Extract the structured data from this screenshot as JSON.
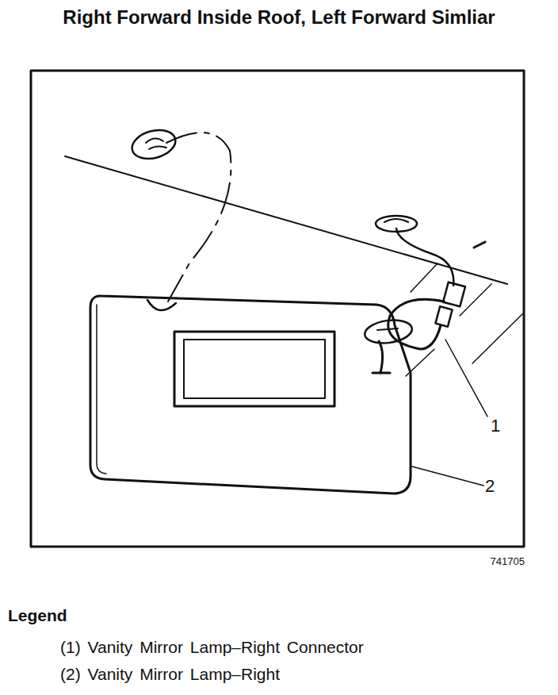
{
  "diagram": {
    "title": "Right Forward Inside Roof, Left Forward Simliar",
    "labels": [
      "1",
      "2",
      "741705",
      "Legend"
    ],
    "legend": [
      {
        "text": "(1) Vanity Mirror Lamp–Right Connector"
      },
      {
        "text": "(2) Vanity Mirror Lamp–Right"
      }
    ]
  }
}
